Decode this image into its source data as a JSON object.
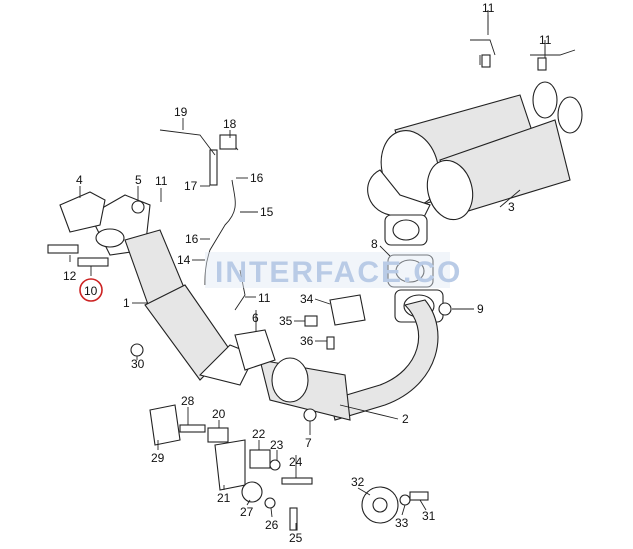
{
  "watermark": "INTERFACE.CO",
  "highlight_color": "#cc2222",
  "highlighted_part": "10",
  "callouts": [
    {
      "id": "c11a",
      "label": "11"
    },
    {
      "id": "c11b",
      "label": "11"
    },
    {
      "id": "c19",
      "label": "19"
    },
    {
      "id": "c18",
      "label": "18"
    },
    {
      "id": "c17",
      "label": "17"
    },
    {
      "id": "c16a",
      "label": "16"
    },
    {
      "id": "c15",
      "label": "15"
    },
    {
      "id": "c16b",
      "label": "16"
    },
    {
      "id": "c14",
      "label": "14"
    },
    {
      "id": "c4",
      "label": "4"
    },
    {
      "id": "c5",
      "label": "5"
    },
    {
      "id": "c11c",
      "label": "11"
    },
    {
      "id": "c12",
      "label": "12"
    },
    {
      "id": "c10",
      "label": "10"
    },
    {
      "id": "c1",
      "label": "1"
    },
    {
      "id": "c11d",
      "label": "11"
    },
    {
      "id": "c6",
      "label": "6"
    },
    {
      "id": "c3",
      "label": "3"
    },
    {
      "id": "c8",
      "label": "8"
    },
    {
      "id": "c9",
      "label": "9"
    },
    {
      "id": "c34",
      "label": "34"
    },
    {
      "id": "c35",
      "label": "35"
    },
    {
      "id": "c36",
      "label": "36"
    },
    {
      "id": "c30",
      "label": "30"
    },
    {
      "id": "c28",
      "label": "28"
    },
    {
      "id": "c20",
      "label": "20"
    },
    {
      "id": "c22",
      "label": "22"
    },
    {
      "id": "c23",
      "label": "23"
    },
    {
      "id": "c24",
      "label": "24"
    },
    {
      "id": "c7",
      "label": "7"
    },
    {
      "id": "c2",
      "label": "2"
    },
    {
      "id": "c29",
      "label": "29"
    },
    {
      "id": "c21",
      "label": "21"
    },
    {
      "id": "c27",
      "label": "27"
    },
    {
      "id": "c26",
      "label": "26"
    },
    {
      "id": "c25",
      "label": "25"
    },
    {
      "id": "c32",
      "label": "32"
    },
    {
      "id": "c33",
      "label": "33"
    },
    {
      "id": "c31",
      "label": "31"
    }
  ]
}
